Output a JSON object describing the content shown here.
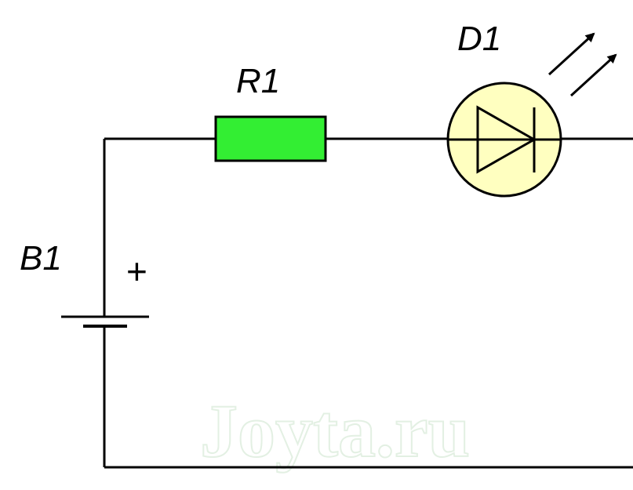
{
  "labels": {
    "resistor": "R1",
    "diode": "D1",
    "battery": "B1",
    "battery_polarity": "+"
  },
  "watermark": "Joyta.ru",
  "colors": {
    "wire": "#000000",
    "resistor_fill": "#33ee33",
    "diode_body_fill": "#ffffc0",
    "background": "#ffffff",
    "watermark_stroke": "#e3f0e3"
  },
  "components": [
    {
      "id": "R1",
      "type": "resistor"
    },
    {
      "id": "D1",
      "type": "light-emitting-diode"
    },
    {
      "id": "B1",
      "type": "battery"
    }
  ]
}
